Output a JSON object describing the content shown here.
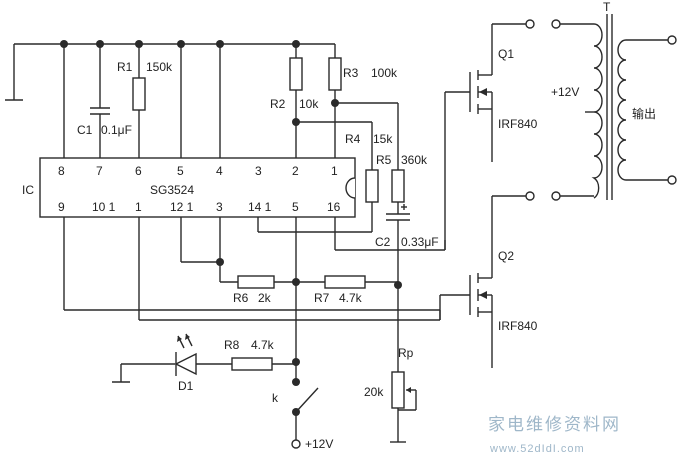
{
  "ic": {
    "label": "IC",
    "chip": "SG3524"
  },
  "pins_top": [
    "8",
    "7",
    "6",
    "5",
    "4",
    "3",
    "2",
    "1"
  ],
  "pins_bottom": [
    "9",
    "10 1",
    "1",
    "12 1",
    "3",
    "14 1",
    "5",
    "16"
  ],
  "components": {
    "r1": "R1",
    "r1_val": "150k",
    "c1": "C1",
    "c1_val": "0.1μF",
    "r2": "R2",
    "r2_val": "10k",
    "r3": "R3",
    "r3_val": "100k",
    "r4": "R4",
    "r4_val": "15k",
    "r5": "R5",
    "r5_val": "360k",
    "c2": "C2",
    "c2_val": "0.33μF",
    "r6": "R6",
    "r6_val": "2k",
    "r7": "R7",
    "r7_val": "4.7k",
    "r8": "R8",
    "r8_val": "4.7k",
    "d1": "D1",
    "rp": "Rp",
    "rp_val": "20k",
    "k": "k",
    "q1": "Q1",
    "q1_type": "IRF840",
    "q2": "Q2",
    "q2_type": "IRF840",
    "t": "T"
  },
  "supply_center": "+12V",
  "supply_bottom": "+12V",
  "output": "输出",
  "watermark": {
    "text": "家电维修资料网",
    "url": "www.52dIdI.com"
  }
}
